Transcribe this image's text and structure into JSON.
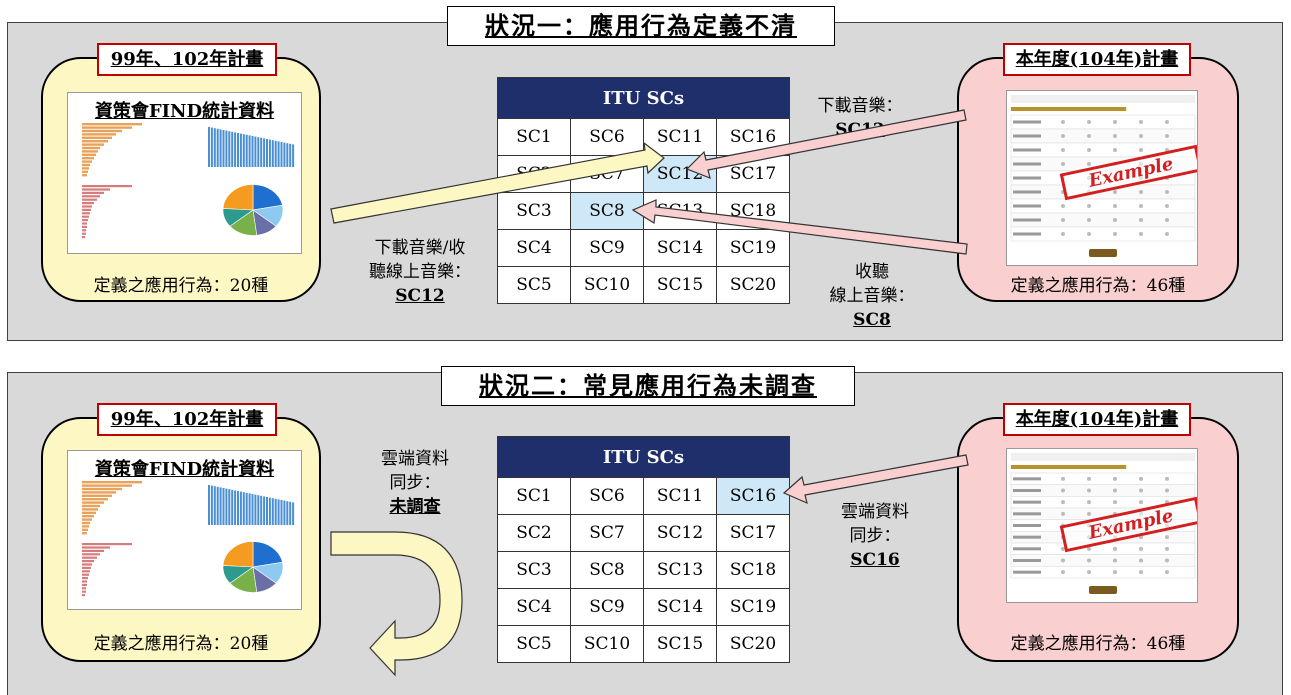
{
  "scenario1": {
    "title": "狀況一：應用行為定義不清",
    "left_label": "99年、102年計畫",
    "left_thumb_title": "資策會FIND統計資料",
    "left_caption": "定義之應用行為：20種",
    "right_label": "本年度(104年)計畫",
    "right_caption": "定義之應用行為：46種",
    "stamp": "Example",
    "table_header": "ITU SCs",
    "table_rows": [
      [
        "SC1",
        "SC6",
        "SC11",
        "SC16"
      ],
      [
        "SC2",
        "SC7",
        "SC12",
        "SC17"
      ],
      [
        "SC3",
        "SC8",
        "SC13",
        "SC18"
      ],
      [
        "SC4",
        "SC9",
        "SC14",
        "SC19"
      ],
      [
        "SC5",
        "SC10",
        "SC15",
        "SC20"
      ]
    ],
    "anno_left": {
      "line1": "下載音樂/收",
      "line2": "聽線上音樂：",
      "code": "SC12"
    },
    "anno_top_right": {
      "line1": "下載音樂：",
      "code": "SC12"
    },
    "anno_bottom_right": {
      "line1": "收聽",
      "line2": "線上音樂：",
      "code": "SC8"
    }
  },
  "scenario2": {
    "title": "狀況二：常見應用行為未調查",
    "left_label": "99年、102年計畫",
    "left_thumb_title": "資策會FIND統計資料",
    "left_caption": "定義之應用行為：20種",
    "right_label": "本年度(104年)計畫",
    "right_caption": "定義之應用行為：46種",
    "stamp": "Example",
    "table_header": "ITU SCs",
    "table_rows": [
      [
        "SC1",
        "SC6",
        "SC11",
        "SC16"
      ],
      [
        "SC2",
        "SC7",
        "SC12",
        "SC17"
      ],
      [
        "SC3",
        "SC8",
        "SC13",
        "SC18"
      ],
      [
        "SC4",
        "SC9",
        "SC14",
        "SC19"
      ],
      [
        "SC5",
        "SC10",
        "SC15",
        "SC20"
      ]
    ],
    "anno_left": {
      "line1": "雲端資料",
      "line2": "同步：",
      "code": "未調查"
    },
    "anno_right": {
      "line1": "雲端資料",
      "line2": "同步：",
      "code": "SC16"
    }
  },
  "colors": {
    "panel_bg": "#d9d9d9",
    "yellow_box": "#fdf7c3",
    "pink_box": "#f9cfcf",
    "table_header": "#1f2f6b",
    "highlight_cell": "#cfe8f7",
    "label_border": "#c00000",
    "stamp": "#d21f1f"
  },
  "pie_colors": [
    "#1f6fd1",
    "#8ec9ef",
    "#6b6fa8",
    "#7ab04a",
    "#2d9a8e",
    "#f59b1f"
  ]
}
